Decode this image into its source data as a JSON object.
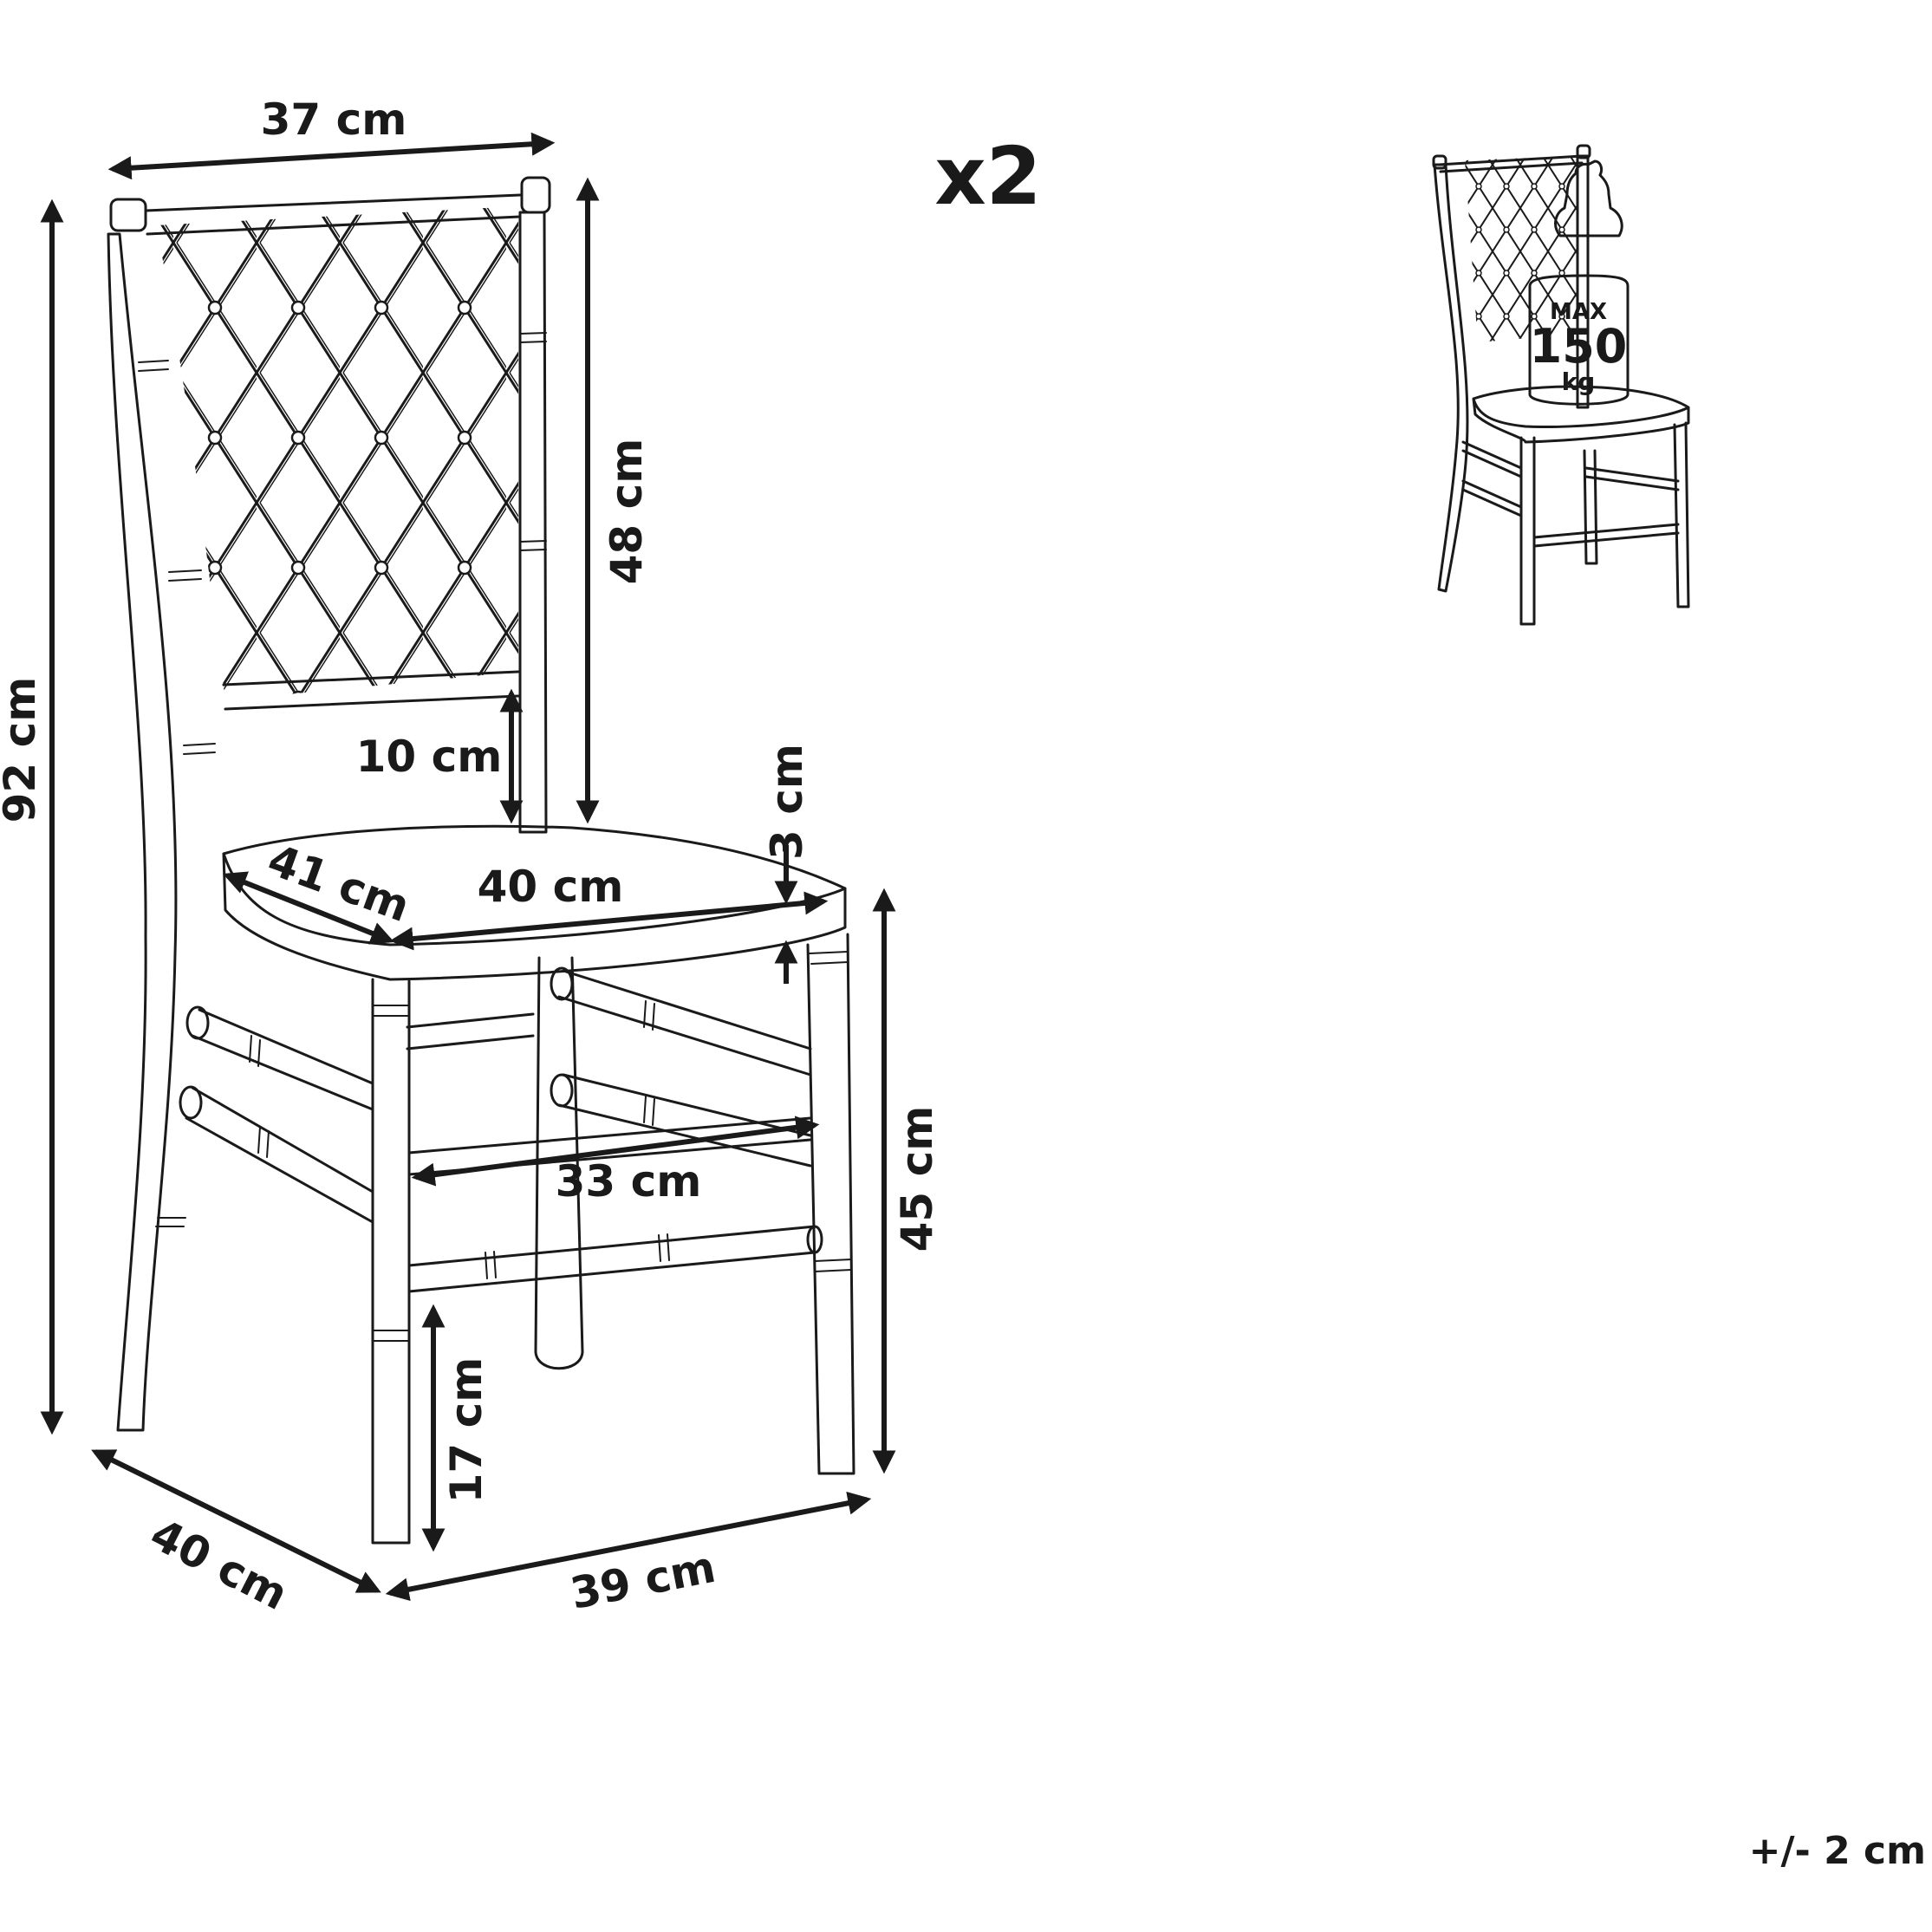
{
  "quantity": "x2",
  "tolerance": "+/- 2 cm",
  "load": {
    "max": "MAX",
    "value": "150",
    "unit": "kg"
  },
  "dimensions": {
    "back_width": "37 cm",
    "total_height": "92 cm",
    "back_height": "48 cm",
    "back_gap": "10 cm",
    "seat_thickness": "3 cm",
    "seat_depth": "41 cm",
    "seat_width": "40 cm",
    "stretcher_width": "33 cm",
    "seat_height": "45 cm",
    "stretcher_height": "17 cm",
    "base_depth": "40 cm",
    "base_width": "39 cm"
  },
  "colors": {
    "line": "#1a1a1a",
    "background": "#ffffff"
  }
}
